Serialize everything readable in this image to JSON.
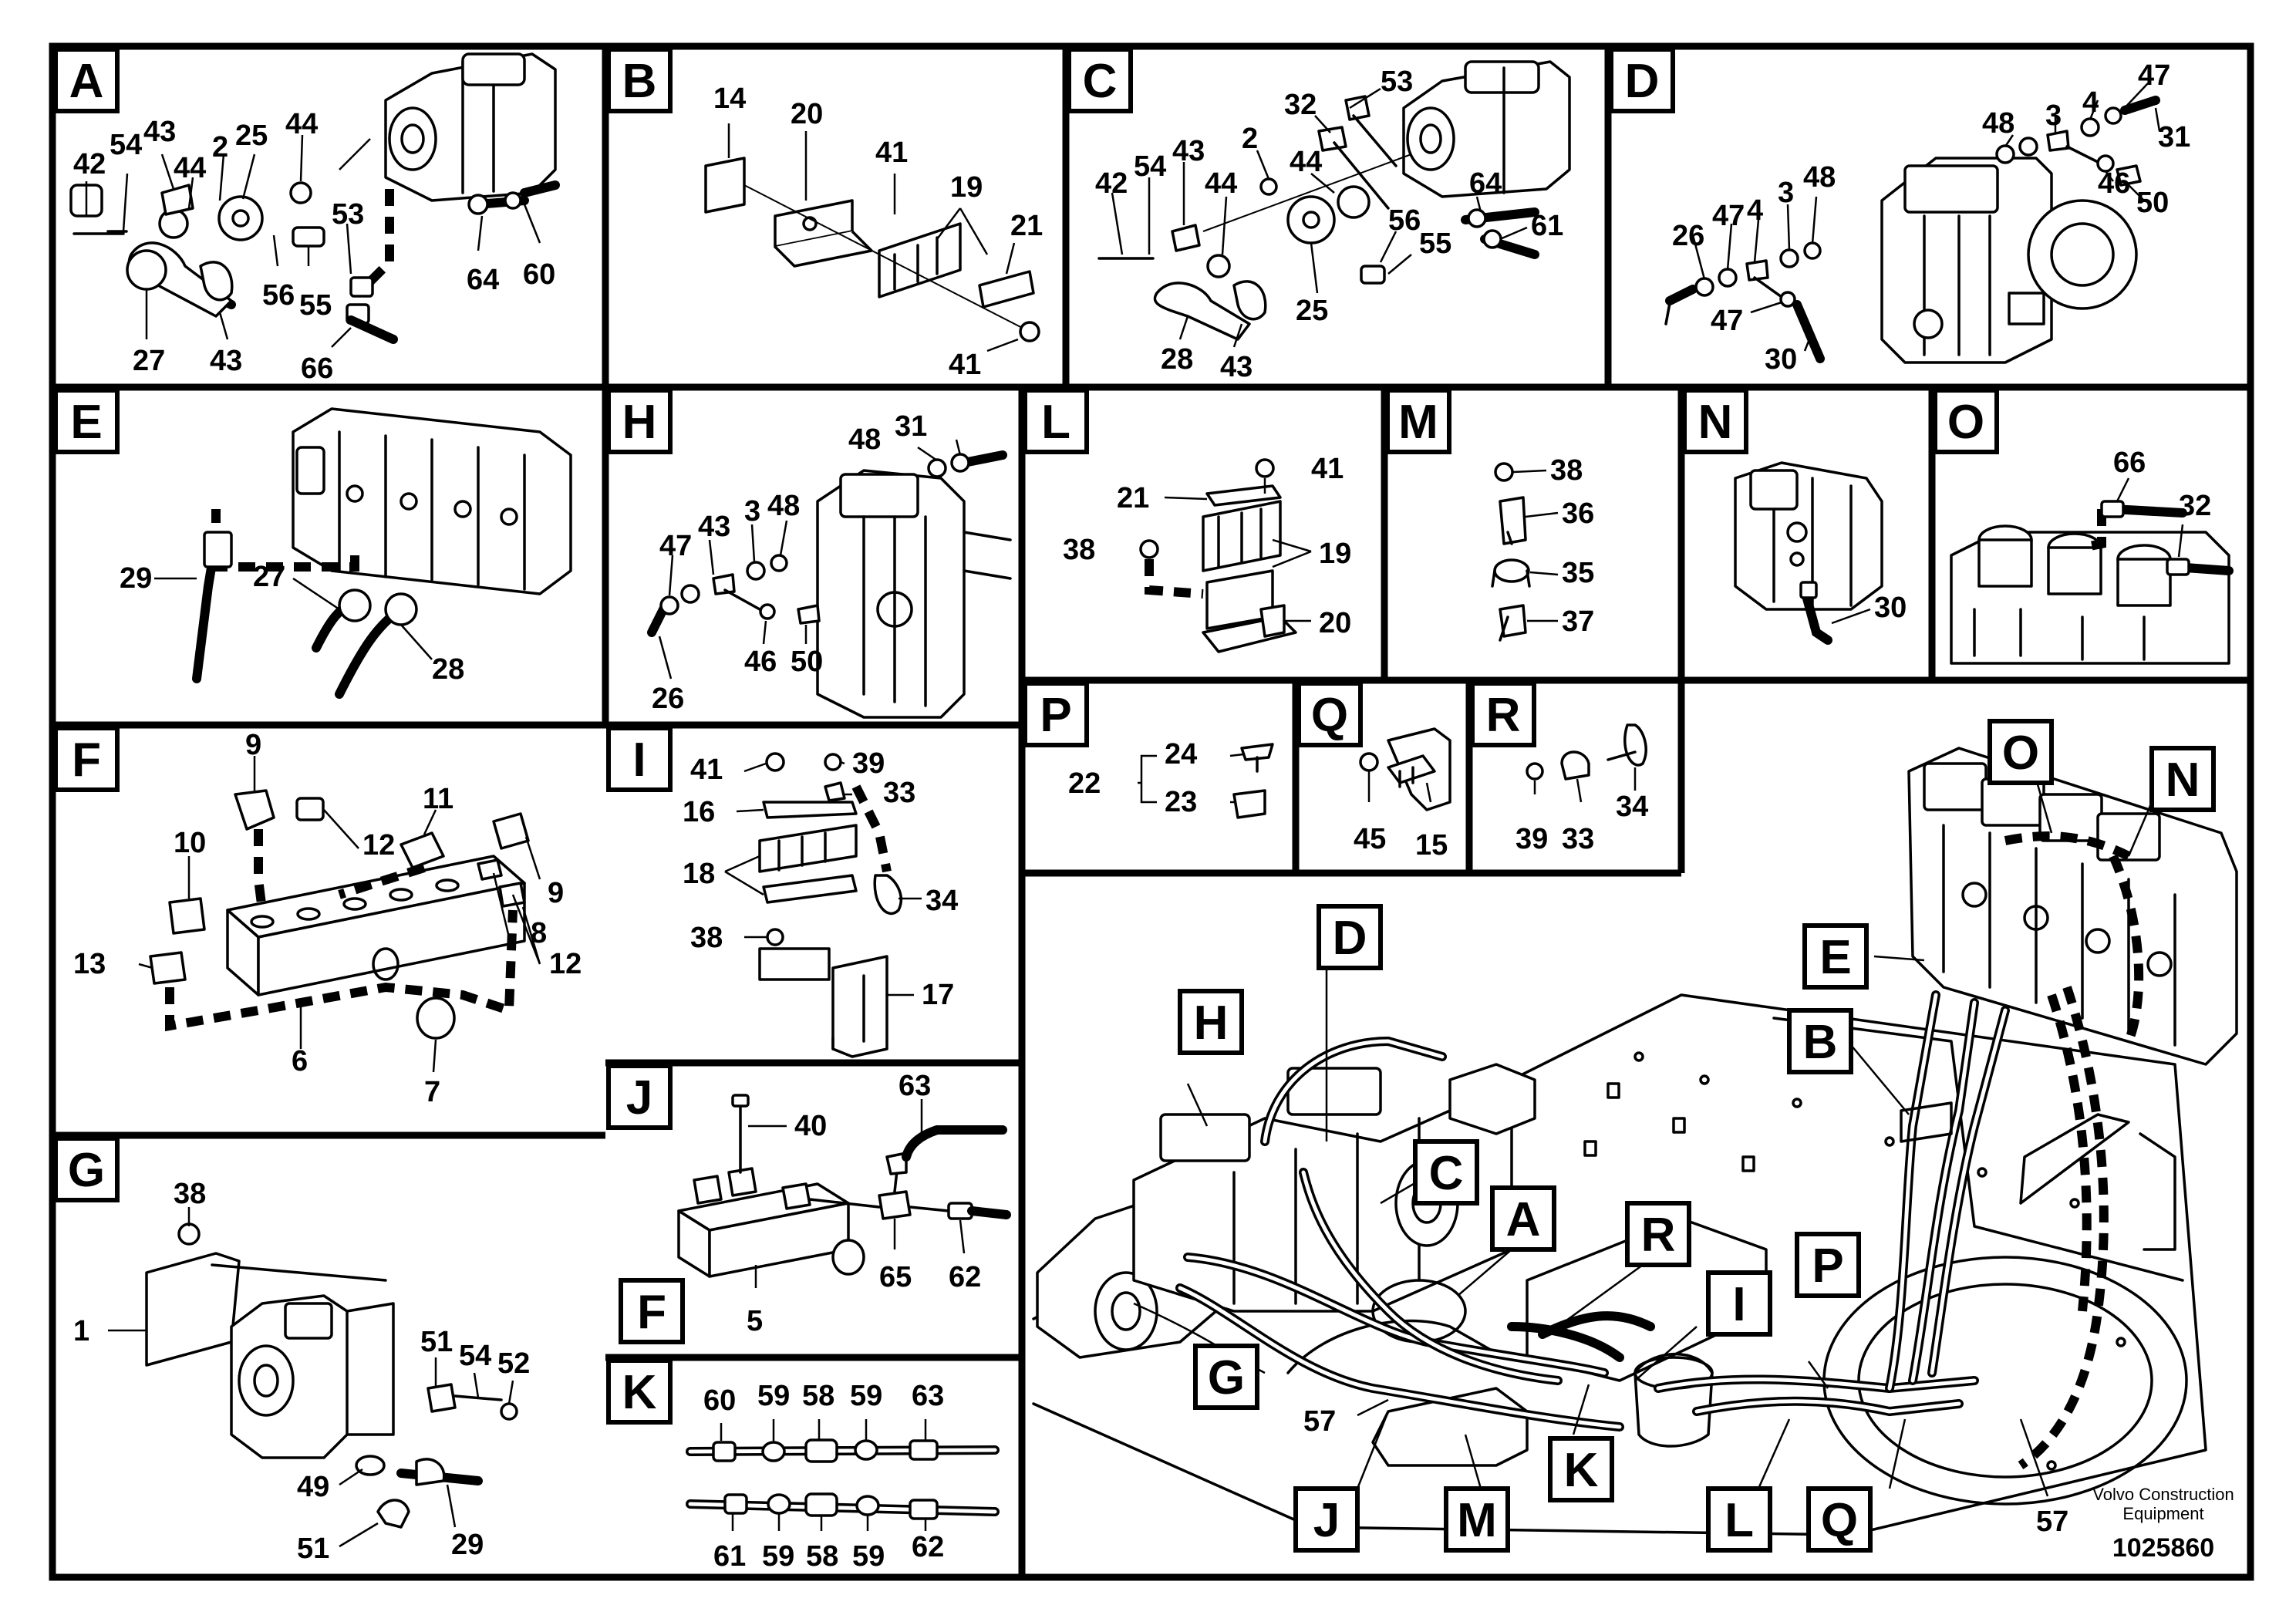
{
  "panels": {
    "A": {
      "letter": "A",
      "labels": [
        "42",
        "54",
        "43",
        "2",
        "25",
        "44",
        "44",
        "53",
        "56",
        "55",
        "64",
        "60",
        "27",
        "43",
        "66"
      ]
    },
    "B": {
      "letter": "B",
      "labels": [
        "14",
        "20",
        "41",
        "19",
        "21",
        "41"
      ]
    },
    "C": {
      "letter": "C",
      "labels": [
        "53",
        "32",
        "2",
        "44",
        "42",
        "54",
        "43",
        "44",
        "56",
        "55",
        "64",
        "61",
        "25",
        "28",
        "43"
      ]
    },
    "D": {
      "letter": "D",
      "labels": [
        "47",
        "4",
        "3",
        "48",
        "31",
        "46",
        "50",
        "26",
        "47",
        "4",
        "3",
        "48",
        "47",
        "30"
      ]
    },
    "E": {
      "letter": "E",
      "labels": [
        "29",
        "27",
        "28"
      ]
    },
    "H": {
      "letter": "H",
      "labels": [
        "48",
        "31",
        "47",
        "43",
        "3",
        "48",
        "46",
        "50",
        "26"
      ]
    },
    "L": {
      "letter": "L",
      "labels": [
        "41",
        "21",
        "38",
        "19",
        "20"
      ]
    },
    "M": {
      "letter": "M",
      "labels": [
        "38",
        "36",
        "35",
        "37"
      ]
    },
    "N": {
      "letter": "N",
      "labels": [
        "30"
      ]
    },
    "O": {
      "letter": "O",
      "labels": [
        "66",
        "32"
      ]
    },
    "F": {
      "letter": "F",
      "labels": [
        "9",
        "11",
        "10",
        "12",
        "9",
        "8",
        "13",
        "12",
        "6",
        "7"
      ]
    },
    "I": {
      "letter": "I",
      "labels": [
        "41",
        "39",
        "16",
        "33",
        "18",
        "34",
        "38",
        "17"
      ]
    },
    "P": {
      "letter": "P",
      "labels": [
        "24",
        "22",
        "23"
      ]
    },
    "Q": {
      "letter": "Q",
      "labels": [
        "45",
        "15"
      ]
    },
    "R": {
      "letter": "R",
      "labels": [
        "39",
        "33",
        "34"
      ]
    },
    "G": {
      "letter": "G",
      "labels": [
        "38",
        "1",
        "51",
        "54",
        "52",
        "49",
        "51",
        "29"
      ]
    },
    "J": {
      "letter": "J",
      "labels": [
        "63",
        "40",
        "65",
        "62",
        "5"
      ],
      "inner_letter": "F"
    },
    "K": {
      "letter": "K",
      "labels": [
        "60",
        "59",
        "58",
        "59",
        "63",
        "61",
        "59",
        "58",
        "59",
        "62"
      ]
    }
  },
  "overview": {
    "callouts": [
      "O",
      "N",
      "E",
      "B",
      "D",
      "H",
      "C",
      "A",
      "R",
      "I",
      "P",
      "G",
      "K",
      "J",
      "M",
      "L",
      "Q"
    ],
    "part_labels": [
      "57",
      "57"
    ]
  },
  "footer": {
    "brand_line1": "Volvo Construction",
    "brand_line2": "Equipment",
    "drawing_number": "1025860"
  }
}
